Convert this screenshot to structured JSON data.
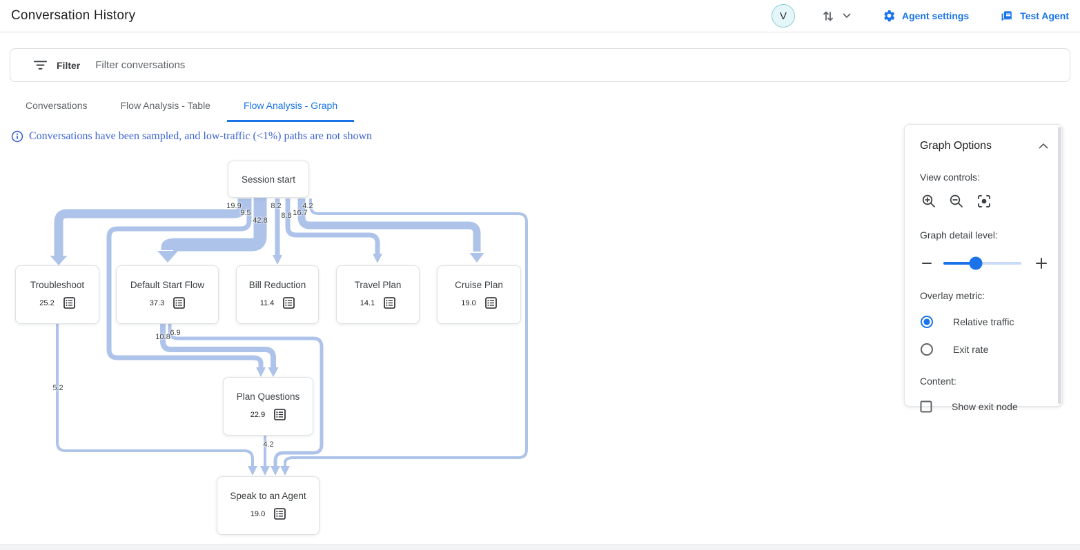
{
  "header": {
    "title": "Conversation History",
    "avatar_letter": "V",
    "agent_settings_label": "Agent settings",
    "test_agent_label": "Test Agent"
  },
  "filter": {
    "label": "Filter",
    "placeholder": "Filter conversations"
  },
  "tabs": [
    {
      "label": "Conversations",
      "active": false
    },
    {
      "label": "Flow Analysis - Table",
      "active": false
    },
    {
      "label": "Flow Analysis - Graph",
      "active": true
    }
  ],
  "notice": {
    "text": "Conversations have been sampled, and low-traffic (<1%) paths are not shown"
  },
  "graph": {
    "nodes": [
      {
        "id": "session-start",
        "label": "Session start",
        "value": ""
      },
      {
        "id": "troubleshoot",
        "label": "Troubleshoot",
        "value": "25.2"
      },
      {
        "id": "default-start-flow",
        "label": "Default Start Flow",
        "value": "37.3"
      },
      {
        "id": "bill-reduction",
        "label": "Bill Reduction",
        "value": "11.4"
      },
      {
        "id": "travel-plan",
        "label": "Travel Plan",
        "value": "14.1"
      },
      {
        "id": "cruise-plan",
        "label": "Cruise Plan",
        "value": "19.0"
      },
      {
        "id": "plan-questions",
        "label": "Plan Questions",
        "value": "22.9"
      },
      {
        "id": "speak-to-an-agent",
        "label": "Speak to an Agent",
        "value": "19.0"
      }
    ],
    "edges": [
      {
        "id": "session-to-troubleshoot",
        "label": "19.9"
      },
      {
        "id": "session-to-plan-questions",
        "label": "9.5"
      },
      {
        "id": "session-to-default-start-flow",
        "label": "42.8"
      },
      {
        "id": "session-to-bill-reduction",
        "label": "8.2"
      },
      {
        "id": "session-to-travel-plan",
        "label": "8.8"
      },
      {
        "id": "session-to-cruise-plan",
        "label": "16.7"
      },
      {
        "id": "session-to-speak-agent",
        "label": "4.2"
      },
      {
        "id": "default-to-plan-questions",
        "label": "10.8"
      },
      {
        "id": "default-to-speak-agent",
        "label": "6.9"
      },
      {
        "id": "troubleshoot-to-speak-agent",
        "label": "5.2"
      },
      {
        "id": "plan-questions-to-speak-agent",
        "label": "4.2"
      }
    ]
  },
  "options_panel": {
    "title": "Graph Options",
    "view_controls_label": "View controls:",
    "detail_level_label": "Graph detail level:",
    "overlay_metric_label": "Overlay metric:",
    "overlay_options": [
      {
        "label": "Relative traffic",
        "selected": true
      },
      {
        "label": "Exit rate",
        "selected": false
      }
    ],
    "content_label": "Content:",
    "show_exit_node_label": "Show exit node",
    "show_exit_node_checked": false
  },
  "colors": {
    "accent_blue": "#1a73e8",
    "edge": "#aec3e9",
    "notice_blue": "#3b63d3"
  }
}
